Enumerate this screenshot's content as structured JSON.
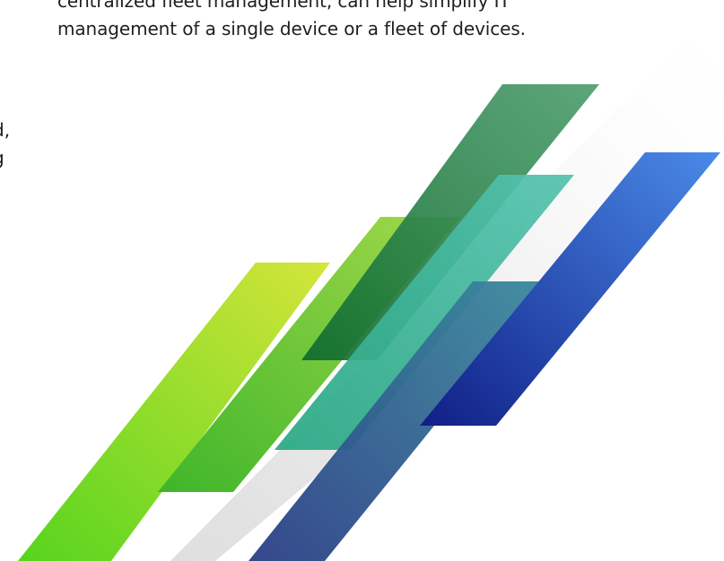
{
  "document": {
    "paragraph_lines": [
      "centralized fleet management, can help simplify IT",
      "management of a single device or a fleet of devices."
    ],
    "clipped_left_lines": [
      "d,",
      "g"
    ]
  },
  "graphic": {
    "name": "diagonal-stripes-artwork",
    "colors": {
      "lime": "#c8e03a",
      "green": "#5fce2a",
      "forest": "#2e8a4a",
      "teal": "#2fb79b",
      "navy": "#1a2f8c",
      "blue": "#3d78e6",
      "shadow": "#e8e8e8"
    }
  }
}
